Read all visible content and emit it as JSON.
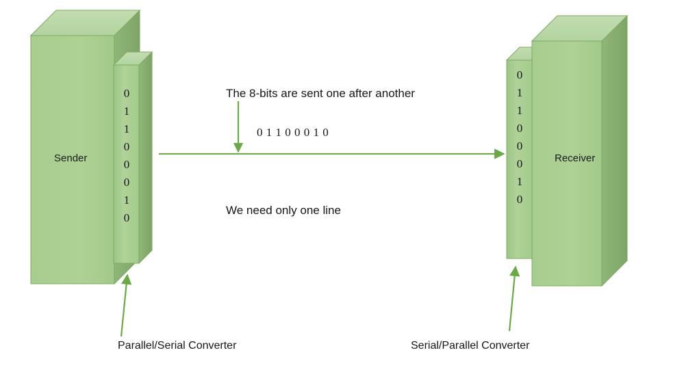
{
  "diagram": {
    "title_semantics": "serial-transmission-diagram",
    "colors": {
      "face_light": "#a9cf93",
      "face_front": "#a6cd8f",
      "top_face": "#bcd9a8",
      "side_dark": "#84ab6e",
      "edge": "#7fa862",
      "arrow_green": "#6aaa46",
      "line_green": "#74ab4e",
      "text": "#151515",
      "background": "#ffffff"
    },
    "sender": {
      "label": "Sender",
      "converter_label": "Parallel/Serial Converter",
      "bits": [
        "0",
        "1",
        "1",
        "0",
        "0",
        "0",
        "1",
        "0"
      ]
    },
    "receiver": {
      "label": "Receiver",
      "converter_label": "Serial/Parallel Converter",
      "bits": [
        "0",
        "1",
        "1",
        "0",
        "0",
        "0",
        "1",
        "0"
      ]
    },
    "notes": {
      "top_note": "The 8-bits are sent one after another",
      "bottom_note": "We need only one line"
    },
    "serial_stream": {
      "bits": [
        "0",
        "1",
        "1",
        "0",
        "0",
        "0",
        "1",
        "0"
      ],
      "text": "0  1  1  0  0  0  1  0"
    }
  }
}
